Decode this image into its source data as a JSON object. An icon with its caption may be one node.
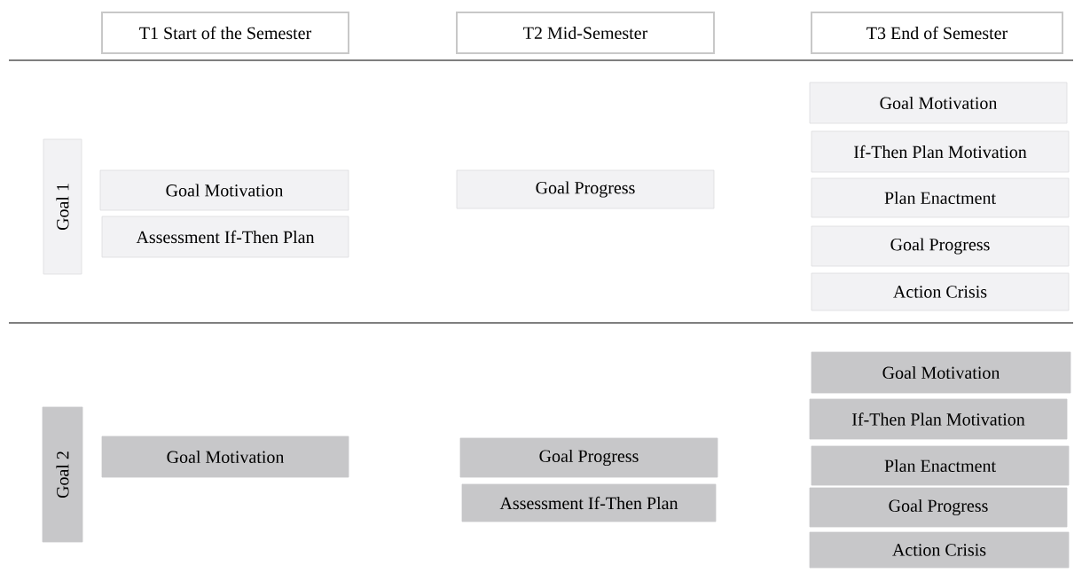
{
  "diagram": {
    "nodes": [
      {
        "text": [
          "T1 Start of the Semester"
        ]
      },
      {
        "text": [
          "T2 Mid-Semester"
        ]
      },
      {
        "text": [
          "T3 End of Semester"
        ]
      },
      {
        "text": [
          "Goal 1"
        ]
      },
      {
        "text": [
          "Goal Motivation"
        ]
      },
      {
        "text": [
          "Assessment If-Then Plan"
        ]
      },
      {
        "text": [
          "Goal Progress"
        ]
      },
      {
        "text": [
          "Goal Motivation"
        ]
      },
      {
        "text": [
          "If-Then Plan Motivation"
        ]
      },
      {
        "text": [
          "Plan Enactment"
        ]
      },
      {
        "text": [
          "Goal Progress"
        ]
      },
      {
        "text": [
          "Action Crisis"
        ]
      },
      {
        "text": [
          "Goal 2"
        ]
      },
      {
        "text": [
          "Goal Motivation"
        ]
      },
      {
        "text": [
          "Goal Progress"
        ]
      },
      {
        "text": [
          "Assessment If-Then Plan"
        ]
      },
      {
        "text": [
          "Goal Motivation"
        ]
      },
      {
        "text": [
          "If-Then Plan Motivation"
        ]
      },
      {
        "text": [
          "Plan Enactment"
        ]
      },
      {
        "text": [
          "Goal Progress"
        ]
      },
      {
        "text": [
          "Action Crisis"
        ]
      }
    ]
  }
}
